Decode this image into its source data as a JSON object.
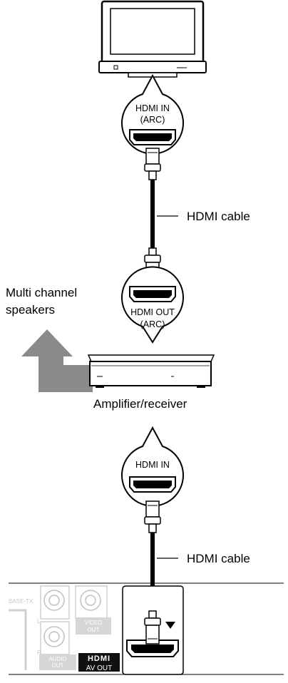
{
  "tv": {
    "name": "television"
  },
  "tv_port": {
    "line1": "HDMI IN",
    "line2": "(ARC)"
  },
  "cable_top": {
    "label": "HDMI cable"
  },
  "amp_port": {
    "line1": "HDMI OUT",
    "line2": "(ARC)"
  },
  "speakers": {
    "line1": "Multi channel",
    "line2": "speakers"
  },
  "amplifier": {
    "label": "Amplifier/receiver"
  },
  "amp_in_port": {
    "line1": "HDMI IN"
  },
  "cable_bottom": {
    "label": "HDMI cable"
  },
  "player_panel": {
    "base_label": "BASE-TX",
    "video_out_line1": "VIDEO",
    "video_out_line2": "OUT",
    "audio_out_line1": "AUDIO",
    "audio_out_line2": "OUT",
    "channel_l": "L",
    "channel_r": "R",
    "hdmi_logo": "HDMI",
    "av_out": "AV OUT"
  }
}
